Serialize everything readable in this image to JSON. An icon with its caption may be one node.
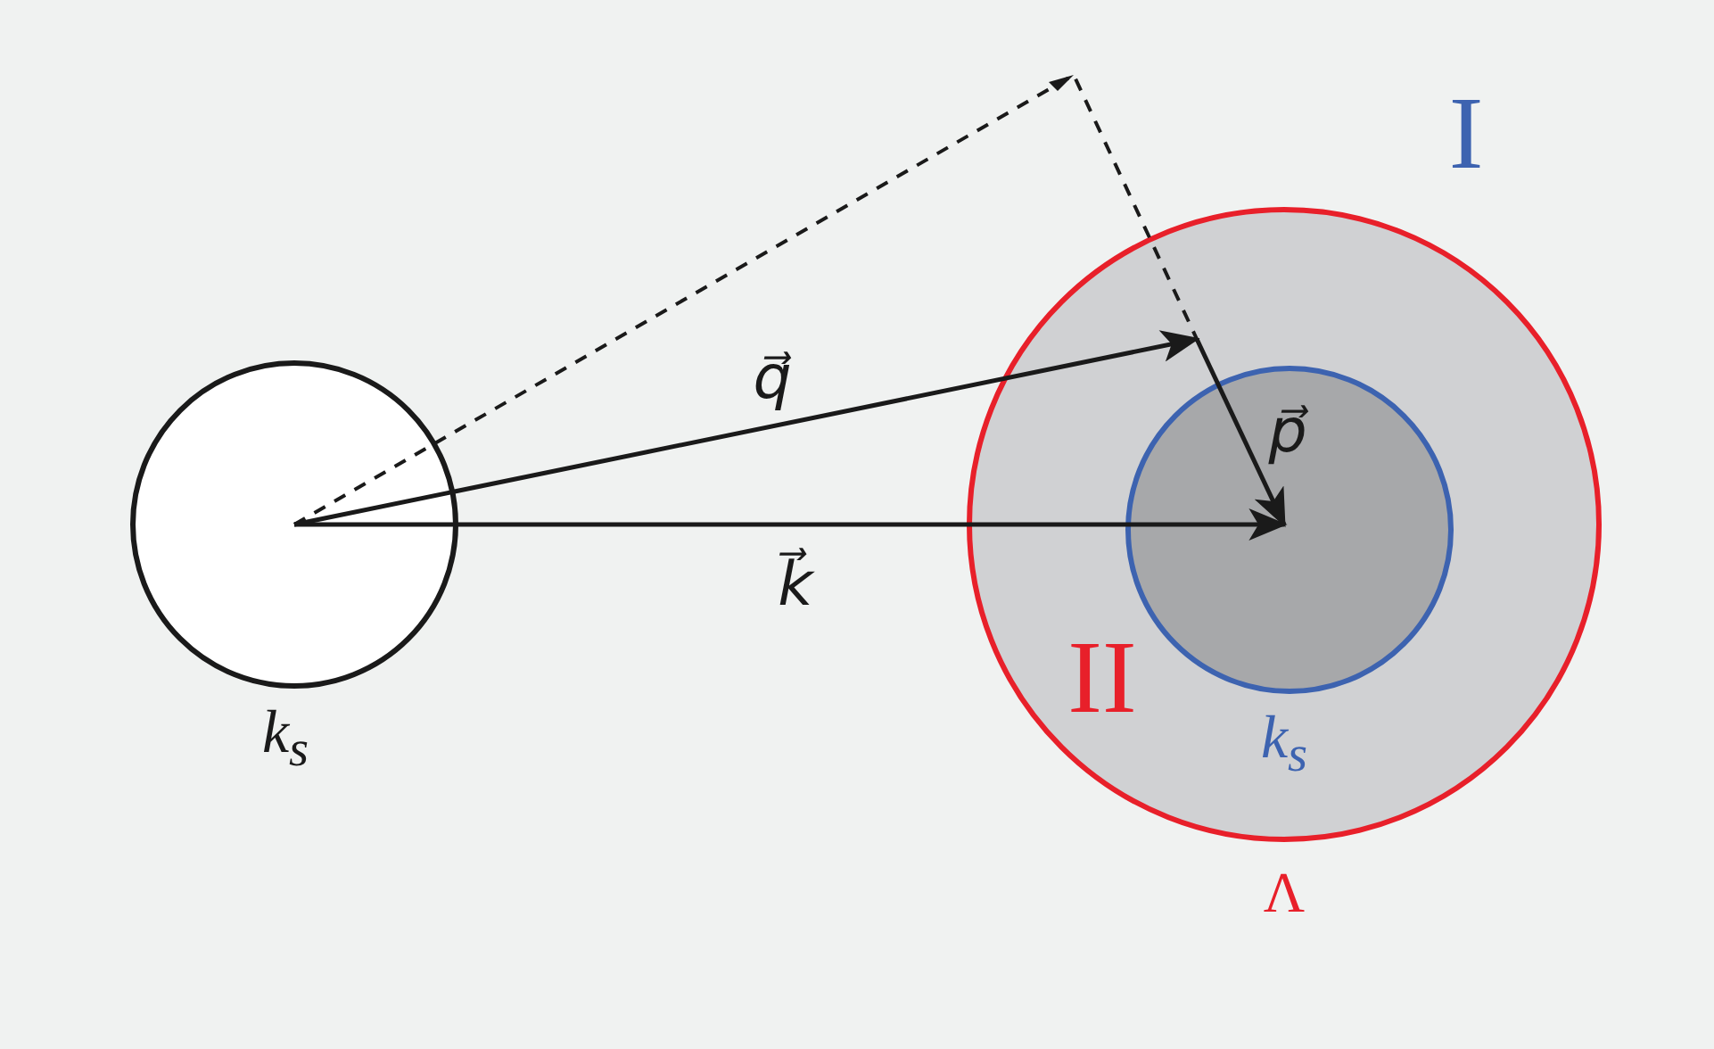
{
  "diagram": {
    "nodes": [
      {
        "text": [],
        "shape": "circle",
        "beside": [
          "k$_{s}$"
        ]
      },
      {
        "text": [],
        "shape": "circle",
        "beside": [
          "Λ"
        ]
      },
      {
        "text": [],
        "shape": "circle",
        "in": 1,
        "beside": [
          "k$_{s}$"
        ]
      }
    ],
    "labels": [
      "I",
      "q⃗",
      "p⃗",
      "k⃗",
      "II"
    ]
  }
}
